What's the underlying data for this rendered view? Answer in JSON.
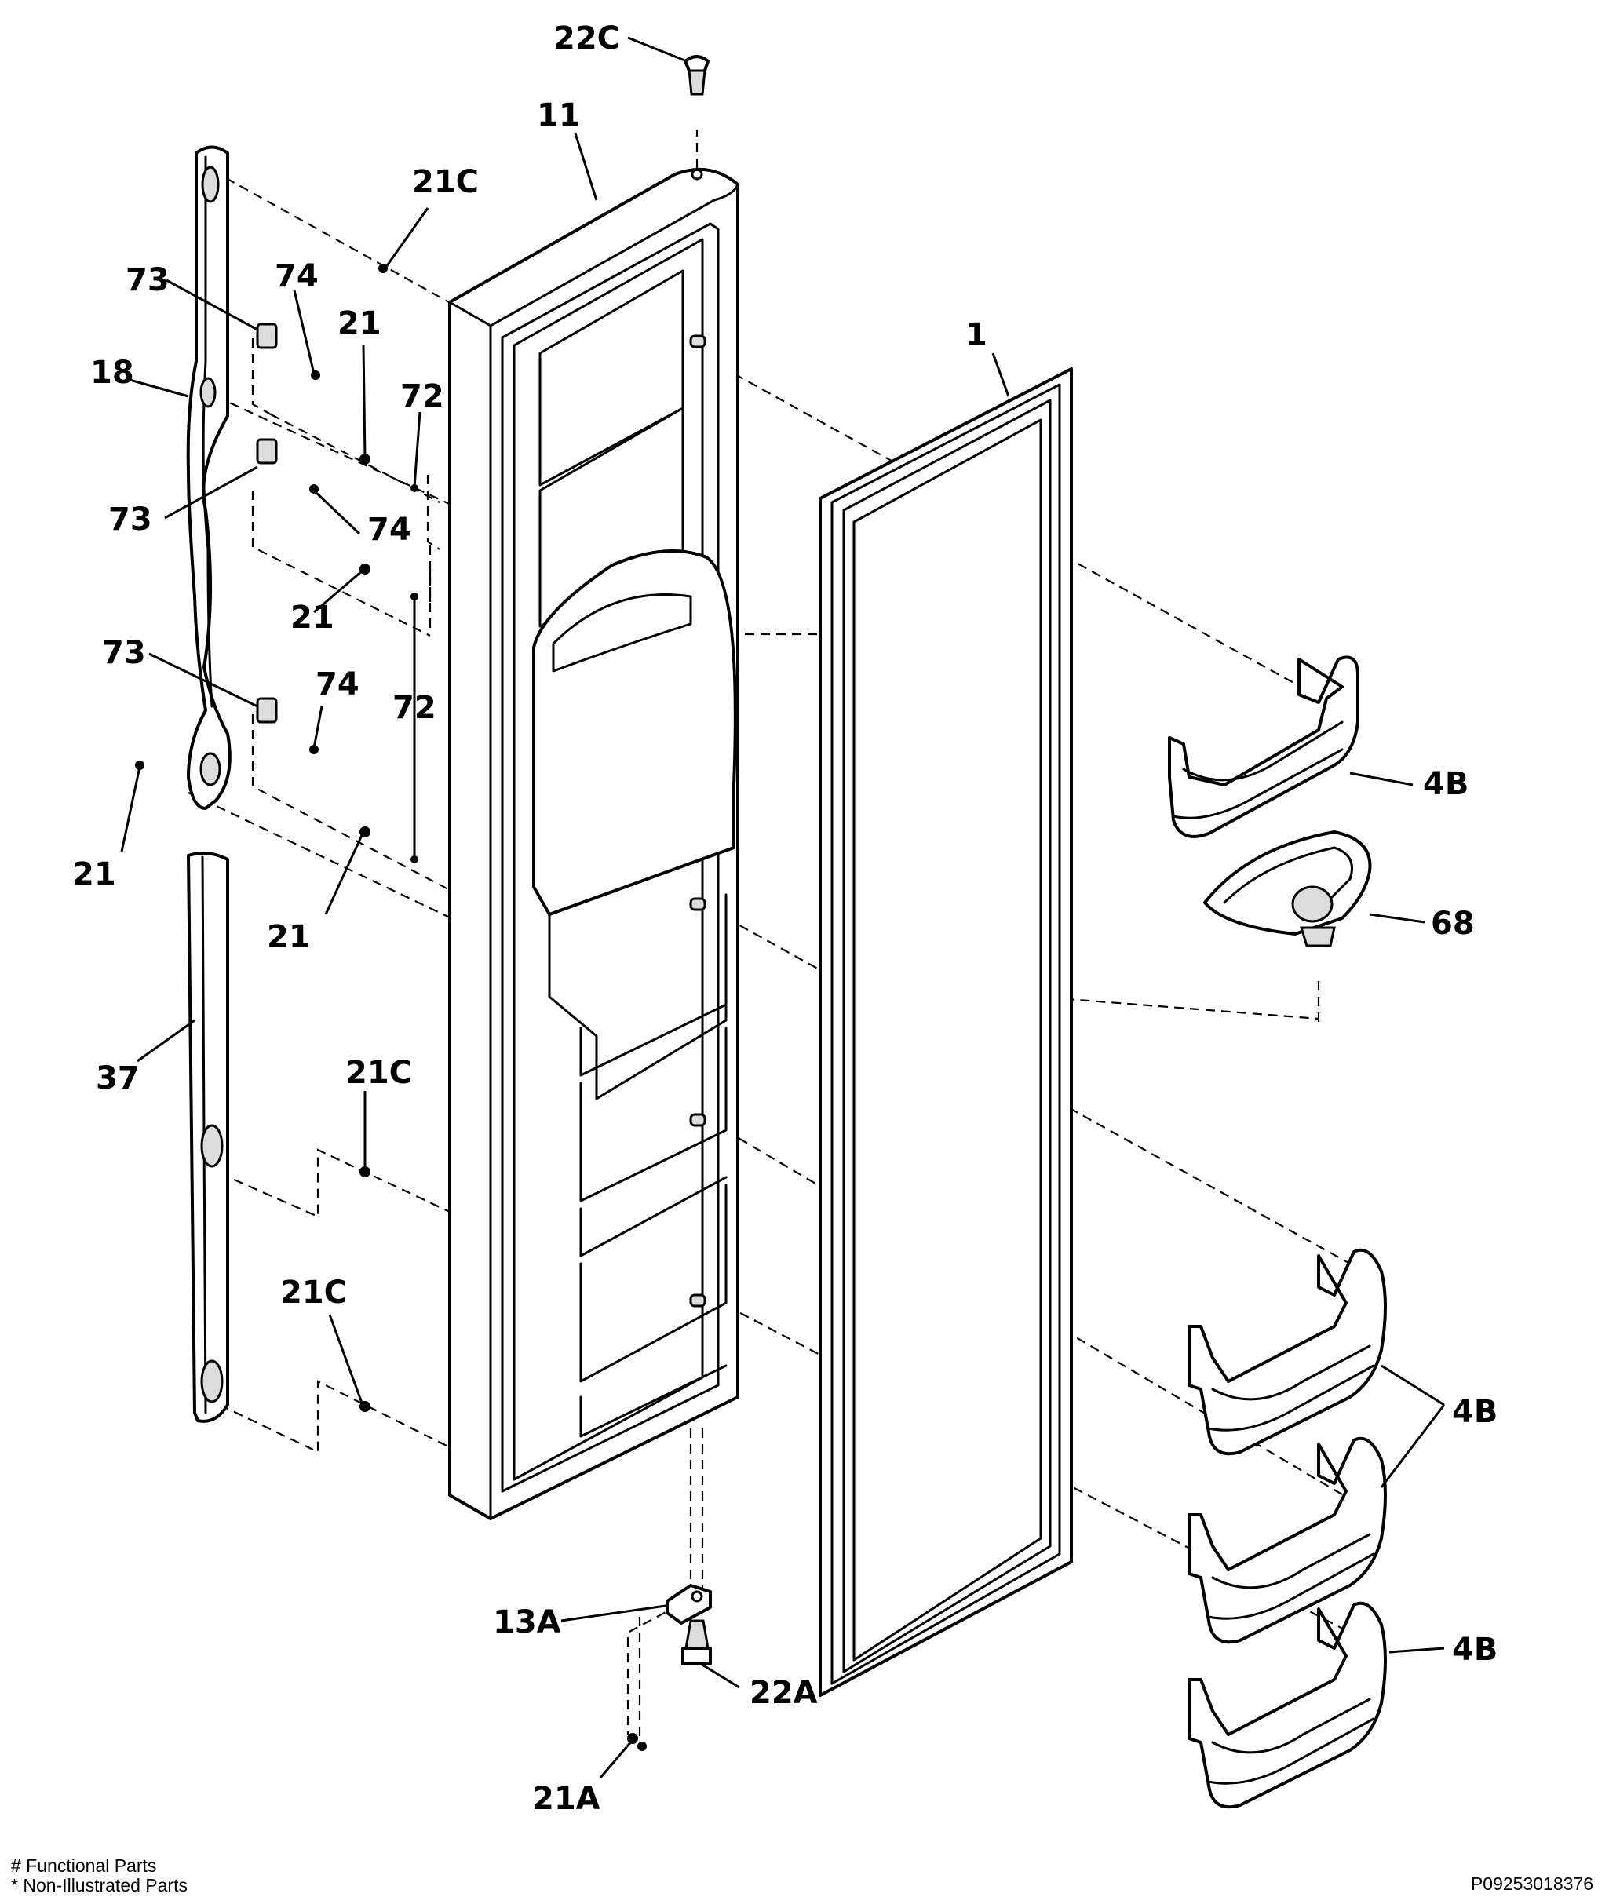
{
  "diagram": {
    "callouts": {
      "c22C_top": "22C",
      "c11": "11",
      "c21C_a": "21C",
      "c73_a": "73",
      "c74_a": "74",
      "c21_a": "21",
      "c72_a": "72",
      "c18": "18",
      "c1": "1",
      "c73_b": "73",
      "c74_b": "74",
      "c21_b": "21",
      "c73_c": "73",
      "c74_c": "74",
      "c72_b": "72",
      "c21_c": "21",
      "c21_d": "21",
      "c4B_a": "4B",
      "c68": "68",
      "c37": "37",
      "c21C_b": "21C",
      "c21C_c": "21C",
      "c4B_b": "4B",
      "c13A": "13A",
      "c22A": "22A",
      "c4B_c": "4B",
      "c21A": "21A"
    },
    "footer": {
      "functional_parts": "# Functional Parts",
      "non_illustrated_parts": "* Non-Illustrated Parts",
      "diagram_code": "P09253018376"
    }
  }
}
